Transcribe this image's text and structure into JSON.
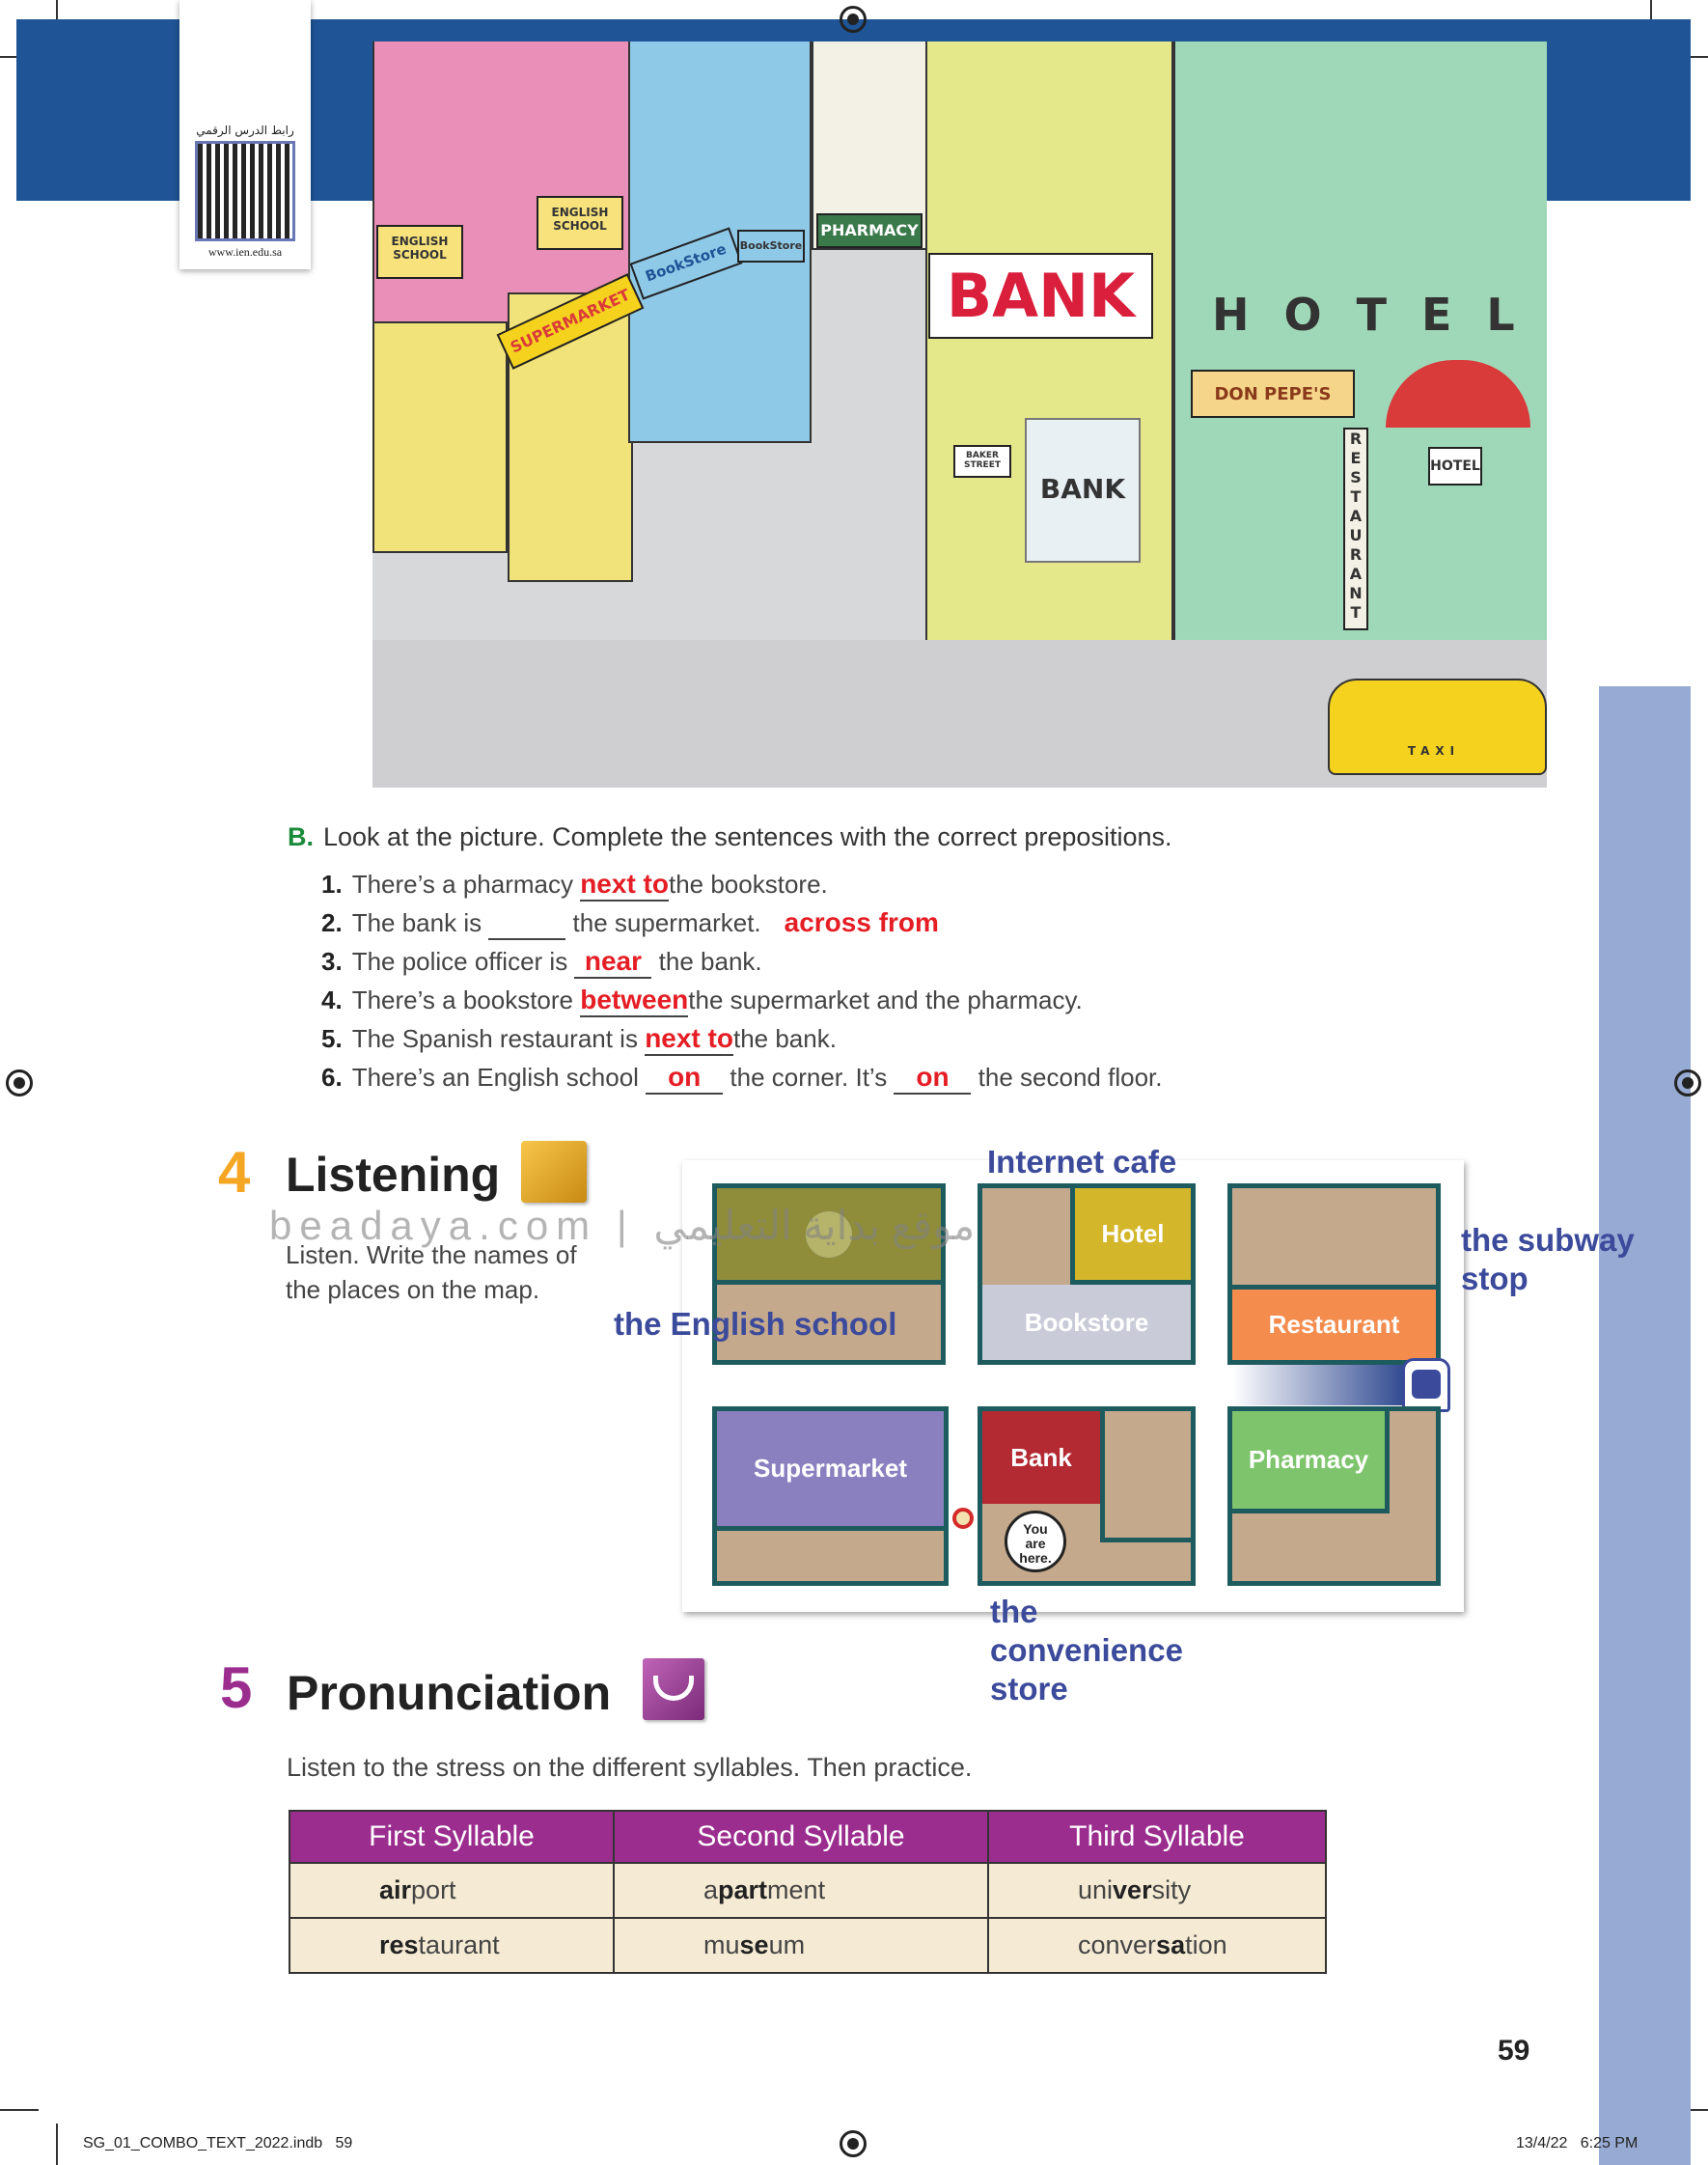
{
  "qr_card": {
    "label": "رابط الدرس الرقمي",
    "url": "www.ien.edu.sa"
  },
  "illustration": {
    "signs": [
      "ENGLISH SCHOOL",
      "ENGLISH SCHOOL",
      "SUPERMARKET",
      "BookStore",
      "BookStore",
      "PHARMACY",
      "BANK",
      "HOTEL",
      "DON PEPE'S",
      "RESTAURANT",
      "BAKER STREET",
      "BANK",
      "HOTEL",
      "TAXI"
    ]
  },
  "exercise_b": {
    "letter": "B.",
    "instruction": "Look at the picture. Complete the sentences with the correct prepositions.",
    "items": [
      {
        "num": "1.",
        "before": "There’s a pharmacy ",
        "answer": "next to",
        "after": "the bookstore."
      },
      {
        "num": "2.",
        "before": "The bank is ",
        "answer": "",
        "after": " the supermarket.",
        "side_answer": "across from"
      },
      {
        "num": "3.",
        "before": "The police officer is ",
        "answer": "near",
        "after": " the bank."
      },
      {
        "num": "4.",
        "before": "There’s a bookstore ",
        "answer": "between",
        "after": "the supermarket and the pharmacy."
      },
      {
        "num": "5.",
        "before": "The Spanish restaurant is ",
        "answer": "next to",
        "after": "the bank."
      },
      {
        "num": "6.",
        "before": "There’s an English school ",
        "answer": "on",
        "middle": " the corner. It’s ",
        "answer2": "on",
        "after": " the second floor."
      }
    ]
  },
  "listening": {
    "number": "4",
    "title": "Listening",
    "instruction_line1": "Listen. Write the names of",
    "instruction_line2": "the places on the map.",
    "watermark": "beadaya.com | موقع بداية التعليمي",
    "map": {
      "hotel": "Hotel",
      "bookstore": "Bookstore",
      "restaurant": "Restaurant",
      "supermarket": "Supermarket",
      "bank": "Bank",
      "pharmacy": "Pharmacy",
      "you_are_here": [
        "You",
        "are",
        "here."
      ]
    },
    "answers": {
      "internet_cafe": "Internet cafe",
      "subway_line1": "the subway",
      "subway_line2": "stop",
      "english_school": "the English school",
      "convenience_line1": "the",
      "convenience_line2": "convenience",
      "convenience_line3": "store"
    }
  },
  "pronunciation": {
    "number": "5",
    "title": "Pronunciation",
    "instruction": "Listen to the stress on the different syllables. Then practice.",
    "headers": [
      "First Syllable",
      "Second Syllable",
      "Third Syllable"
    ],
    "rows": [
      [
        {
          "pre": "",
          "stress": "air",
          "post": "port"
        },
        {
          "pre": "a",
          "stress": "part",
          "post": "ment"
        },
        {
          "pre": "uni",
          "stress": "ver",
          "post": "sity"
        }
      ],
      [
        {
          "pre": "",
          "stress": "res",
          "post": "taurant"
        },
        {
          "pre": "mu",
          "stress": "se",
          "post": "um"
        },
        {
          "pre": "conver",
          "stress": "sa",
          "post": "tion"
        }
      ]
    ]
  },
  "page_number": "59",
  "footer": {
    "file": "SG_01_COMBO_TEXT_2022.indb   59",
    "date": "13/4/22   6:25 PM"
  },
  "colors": {
    "band": "#1f5496",
    "strip": "#97aad3",
    "answer_red": "#e51d24",
    "label_blue": "#3b4a9b",
    "table_header": "#9b2d8f"
  }
}
